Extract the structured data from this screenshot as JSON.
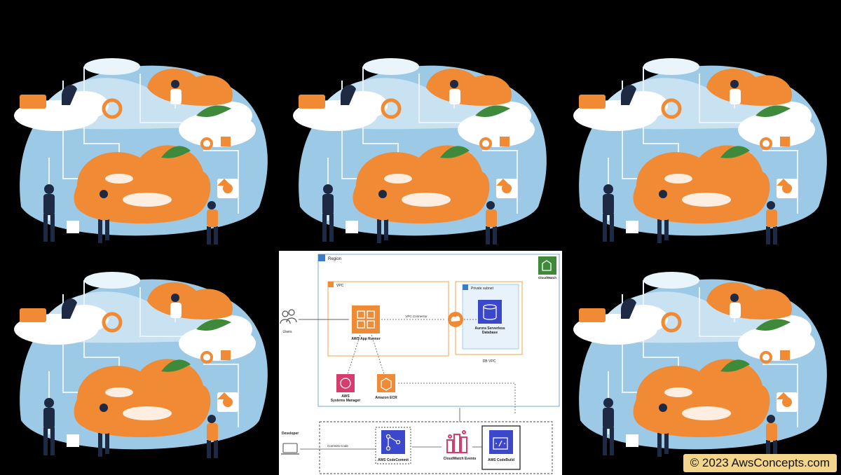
{
  "diagram": {
    "region_label": "Region",
    "vpc_label": "VPC",
    "db_vpc_label": "DB VPC",
    "private_subnet_label": "Private subnet",
    "users_label": "Users",
    "app_runner_label": "AWS App Runner",
    "vpc_connector_label": "VPC Connector",
    "aurora_label_1": "Aurora Serverless",
    "aurora_label_2": "Database",
    "cloudwatch_label": "CloudWatch",
    "systems_manager_label_1": "AWS",
    "systems_manager_label_2": "Systems Manager",
    "ecr_label": "Amazon ECR",
    "developer_label": "Developer",
    "commits_label": "Commits Code",
    "codecommit_label": "AWS CodeCommit",
    "cloudwatch_events_label": "CloudWatch Events",
    "codebuild_label": "AWS CodeBuild"
  },
  "colors": {
    "orange": "#f08a35",
    "sky": "#8fc3e3",
    "navy": "#1e2a44",
    "green": "#3f8a3a",
    "region_border": "#7aa7d6",
    "vpc_border": "#f0a44a",
    "codecommit_blue": "#3b48cc",
    "cloudwatch_pink": "#d63c6e"
  },
  "copyright": "© 2023 AwsConcepts.com"
}
